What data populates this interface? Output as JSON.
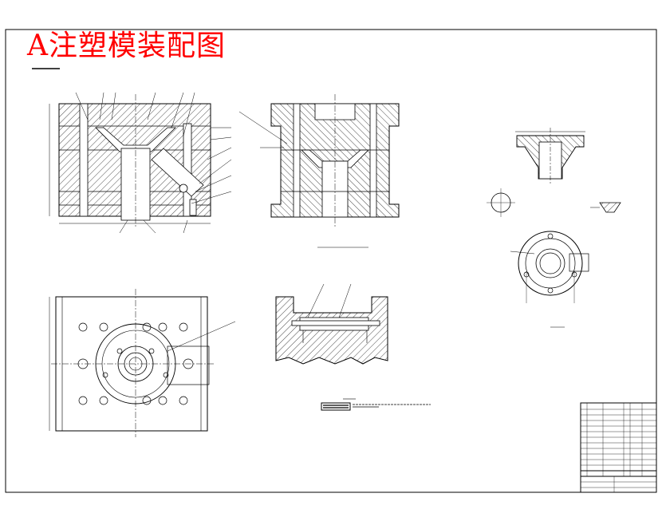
{
  "title": "A注塑模装配图",
  "colors": {
    "title": "#ff0000",
    "line": "#000000",
    "background": "#ffffff"
  },
  "views": [
    "main-section-view",
    "side-section-view",
    "top-plan-view",
    "slider-detail-view",
    "part-section-view",
    "part-plan-view"
  ],
  "title_block": "drawing-title-block"
}
